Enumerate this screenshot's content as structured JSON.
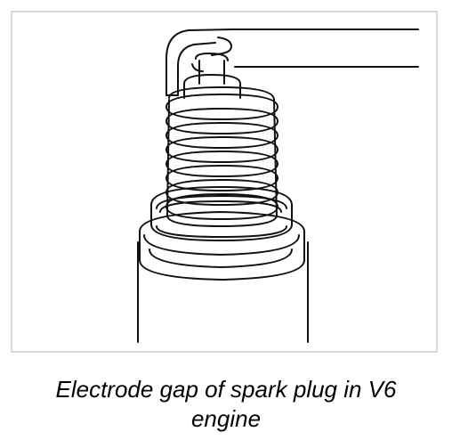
{
  "figure": {
    "subject": "spark-plug-electrode-gap-illustration",
    "line_color": "#111111",
    "border_color": "#d8d8d8"
  },
  "caption": {
    "line1": "Electrode gap of spark plug in V6",
    "line2": "engine"
  }
}
